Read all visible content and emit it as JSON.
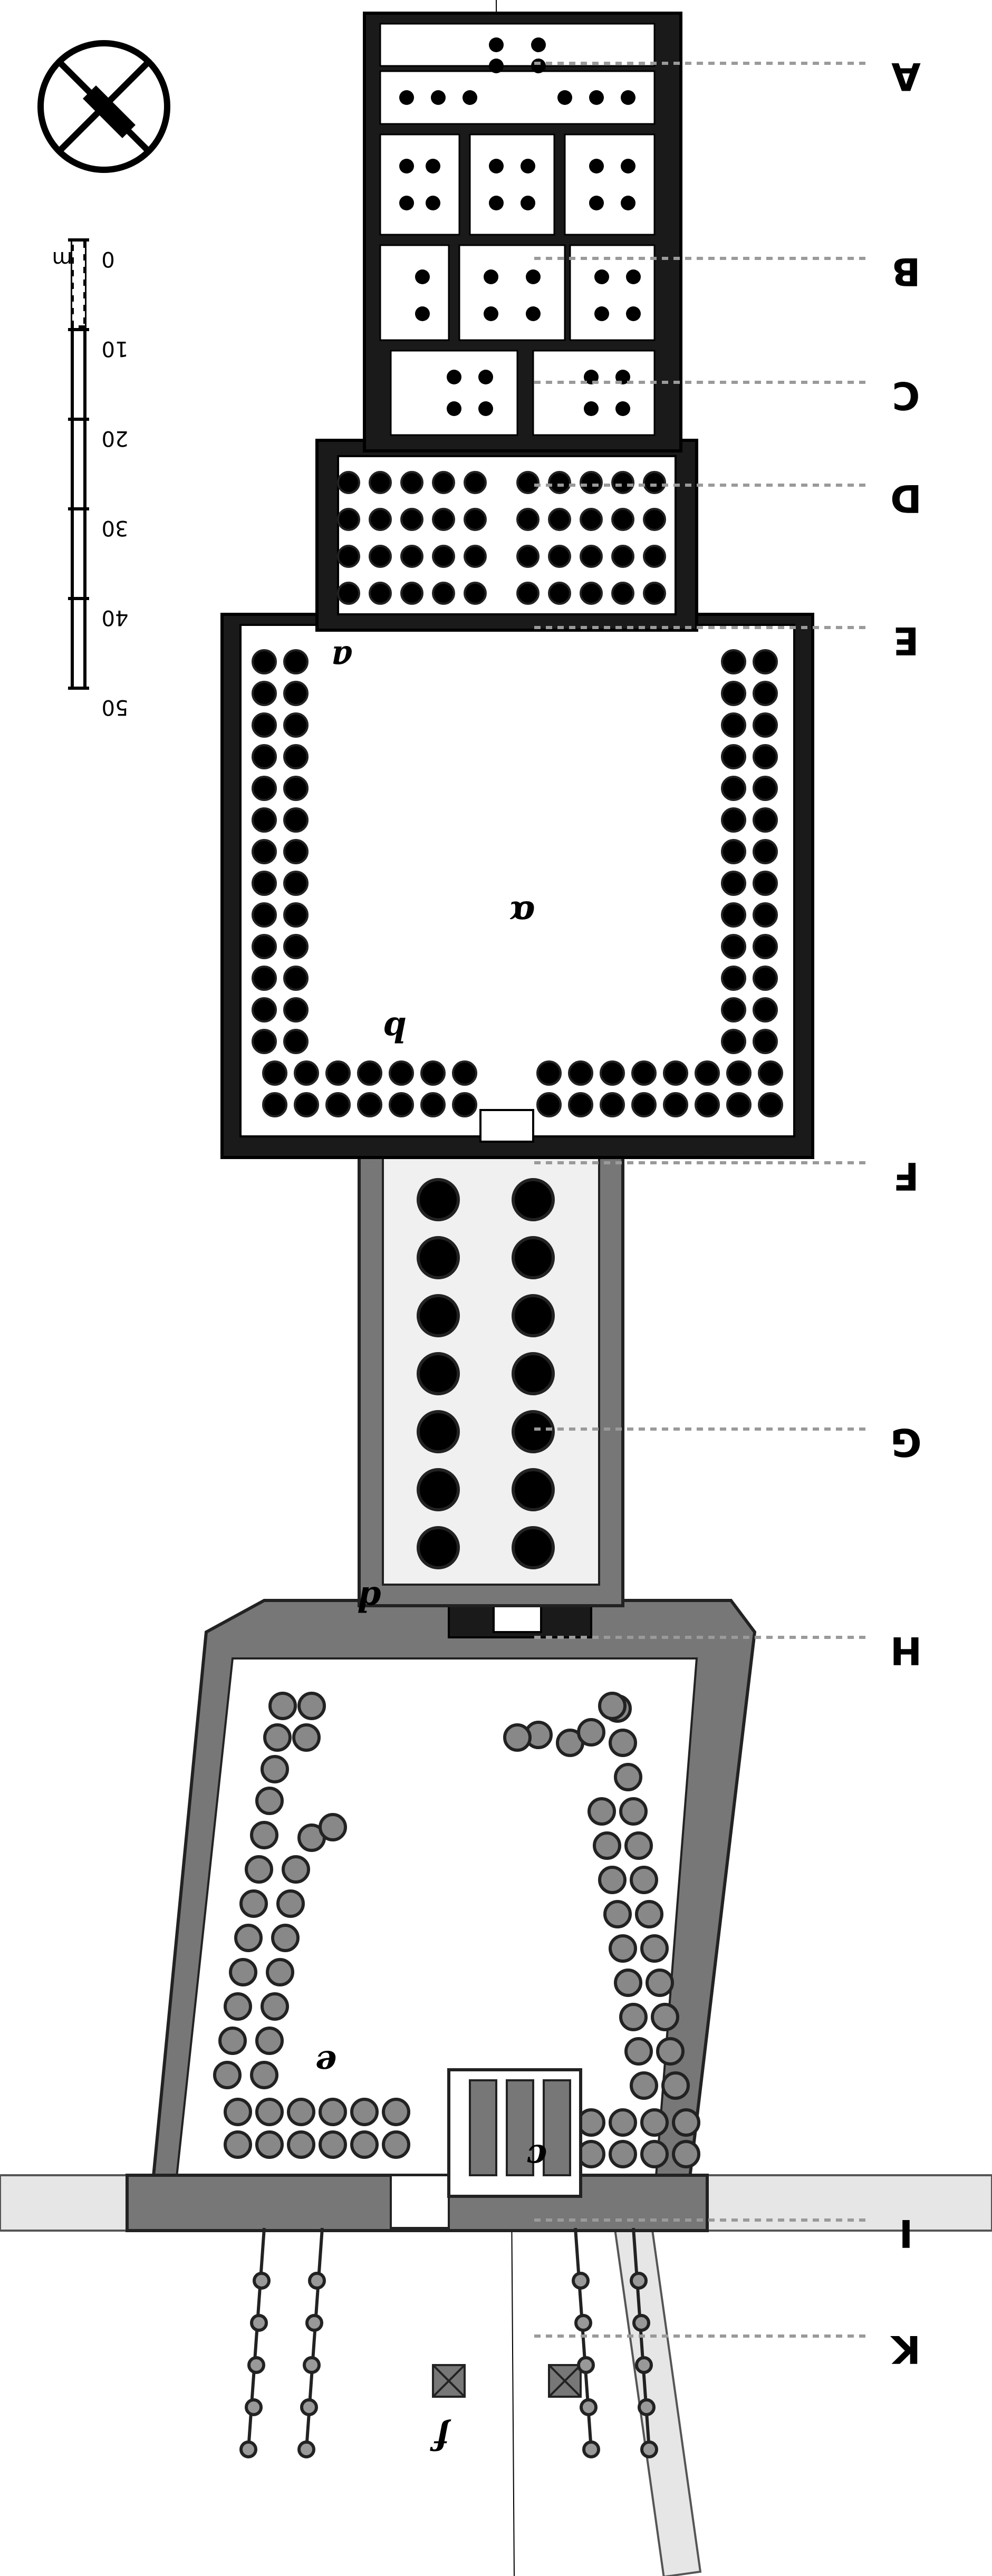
{
  "plan": {
    "labels": [
      "A",
      "B",
      "C",
      "D",
      "E",
      "F",
      "G",
      "H",
      "I",
      "K"
    ],
    "lower_labels": [
      "a",
      "b",
      "d",
      "e",
      "c",
      "f"
    ],
    "alpha": "α",
    "scale": {
      "ticks": [
        "0",
        "10",
        "20",
        "30",
        "40",
        "50"
      ],
      "unit": "m"
    },
    "colors": {
      "wall_dark": "#1a1a1a",
      "wall_grey": "#777777",
      "pavement": "#e6e6e6",
      "column": "#000000",
      "guide": "#9a9a9a"
    },
    "icons": {
      "compass": "north-arrow-icon"
    }
  }
}
